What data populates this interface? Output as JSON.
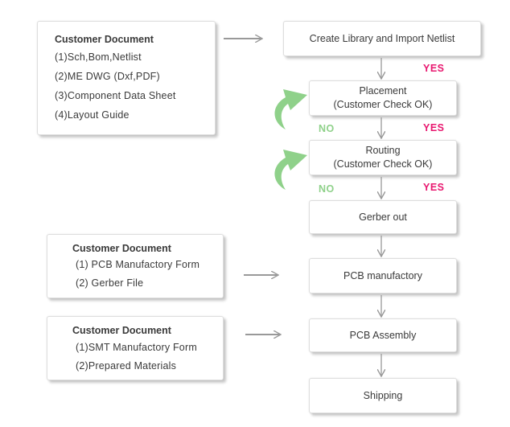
{
  "customer_docs": [
    {
      "title": "Customer Document",
      "items": [
        "(1)Sch,Bom,Netlist",
        "(2)ME DWG (Dxf,PDF)",
        "(3)Component Data Sheet",
        "(4)Layout Guide"
      ]
    },
    {
      "title": "Customer Document",
      "items": [
        "(1) PCB Manufactory Form",
        "(2) Gerber File"
      ]
    },
    {
      "title": "Customer Document",
      "items": [
        "(1)SMT Manufactory Form",
        "(2)Prepared Materials"
      ]
    }
  ],
  "steps": [
    {
      "lines": [
        "Create Library and Import Netlist"
      ]
    },
    {
      "lines": [
        "Placement",
        "(Customer Check  OK)"
      ]
    },
    {
      "lines": [
        "Routing",
        "(Customer Check  OK)"
      ]
    },
    {
      "lines": [
        "Gerber out"
      ]
    },
    {
      "lines": [
        "PCB manufactory"
      ]
    },
    {
      "lines": [
        "PCB Assembly"
      ]
    },
    {
      "lines": [
        "Shipping"
      ]
    }
  ],
  "decisions": {
    "yes_label": "YES",
    "no_label": "NO"
  },
  "colors": {
    "yes": "#e8176f",
    "no": "#8fd18a",
    "arrow": "#999999",
    "feedback_arrow": "#8fd18a"
  }
}
